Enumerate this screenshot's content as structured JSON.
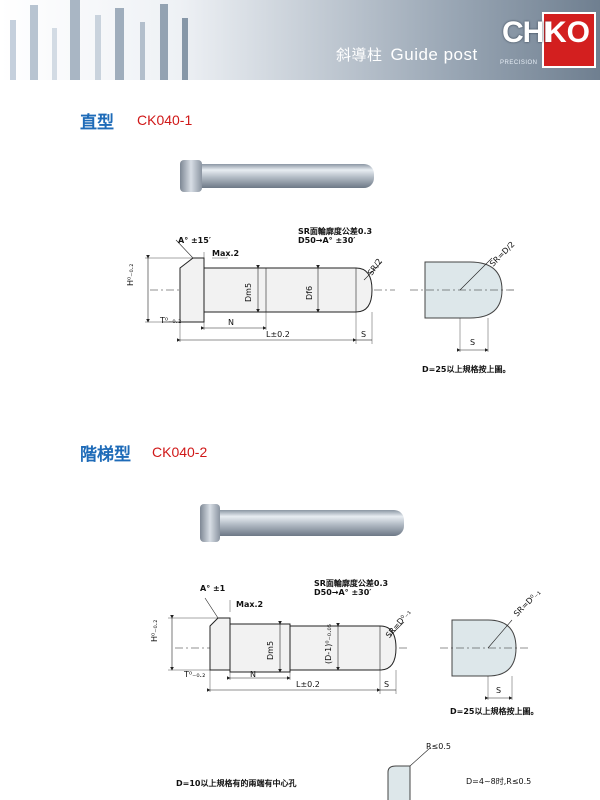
{
  "header": {
    "title_cn": "斜導柱",
    "title_en": "Guide post",
    "logo_left": "CHI",
    "logo_right": "KO",
    "logo_sub": "PRECISION"
  },
  "sections": [
    {
      "type_label": "直型",
      "code": "CK040-1",
      "notes": {
        "angle": "A°  ±15′",
        "max": "Max.2",
        "sr_tol_line1": "SR面輪廓度公差0.3",
        "sr_tol_line2": "D50→A°  ±30′",
        "h": "H⁰₋₀.₂",
        "t": "T⁰₋₀.₂",
        "n": "N",
        "l": "L±0.2",
        "s": "S",
        "dm5": "Dm5",
        "df6": "Df6",
        "sr": "SR/2",
        "detail_sr": "SR=D/2",
        "detail_s": "S",
        "detail_note": "D=25以上規格按上圖。"
      }
    },
    {
      "type_label": "階梯型",
      "code": "CK040-2",
      "notes": {
        "angle": "A°  ±1",
        "max": "Max.2",
        "sr_tol_line1": "SR面輪廓度公差0.3",
        "sr_tol_line2": "D50→A°  ±30′",
        "h": "H⁰₋₀.₂",
        "t": "T⁰₋₀.₂",
        "n": "N",
        "l": "L±0.2",
        "s": "S",
        "dm5": "Dm5",
        "d1": "(D-1)⁰₋₀.₀₅",
        "sr": "SR=D⁰₋₁",
        "detail_sr": "SR=D⁰₋₁",
        "detail_s": "S",
        "detail_note": "D=25以上規格按上圖。"
      }
    }
  ],
  "footer": {
    "center_hole_note": "D=10以上規格有的兩端有中心孔",
    "radius_label": "R≤0.5",
    "radius_note": "D=4~8时,R≤0.5"
  }
}
